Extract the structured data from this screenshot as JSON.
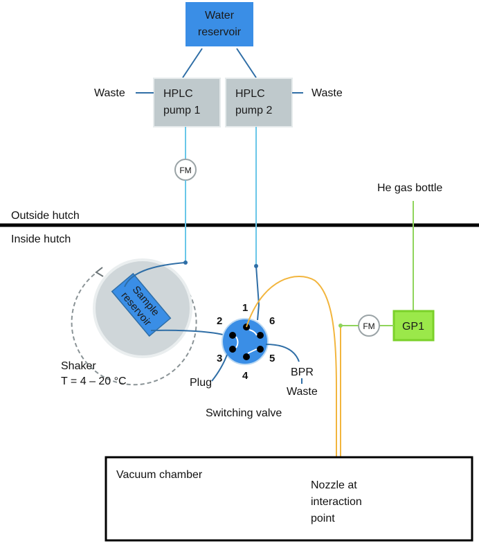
{
  "colors": {
    "water_reservoir": "#3a8ee6",
    "pump_box": "#bfc9cc",
    "blue_line": "#2f6ea6",
    "light_blue_line": "#68c6e8",
    "orange_line": "#f2b53d",
    "green_line": "#8fd45a",
    "gp1_box": "#9be84a",
    "valve": "#3a8ee6",
    "shaker": "#cfd6d9",
    "separator": "#000000"
  },
  "labels": {
    "water_reservoir": [
      "Water",
      "reservoir"
    ],
    "pump1": [
      "HPLC",
      "pump 1"
    ],
    "pump2": [
      "HPLC",
      "pump 2"
    ],
    "waste_left": "Waste",
    "waste_right": "Waste",
    "fm1": "FM",
    "fm2": "FM",
    "he_gas": "He gas bottle",
    "outside": "Outside hutch",
    "inside": "Inside hutch",
    "sample_reservoir": [
      "Sample",
      "reservoir"
    ],
    "shaker": [
      "Shaker",
      "T = 4 – 20 °C"
    ],
    "valve_ports": [
      "1",
      "2",
      "3",
      "4",
      "5",
      "6"
    ],
    "plug": "Plug",
    "bpr": "BPR",
    "waste_bpr": "Waste",
    "switching_valve": "Switching valve",
    "gp1": "GP1",
    "vacuum_chamber": "Vacuum chamber",
    "nozzle": [
      "Nozzle at",
      "interaction",
      "point"
    ]
  }
}
